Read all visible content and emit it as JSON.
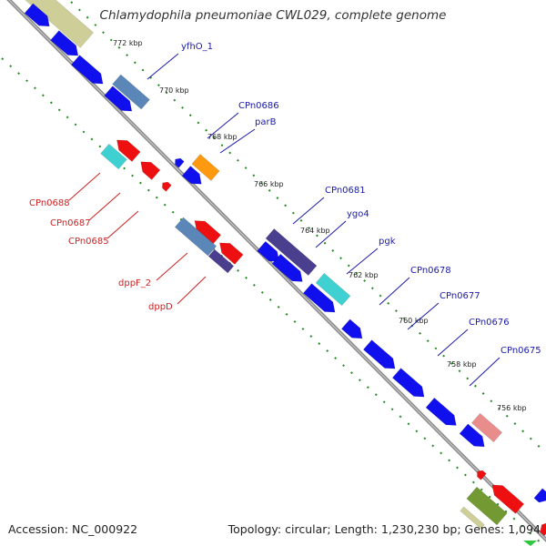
{
  "title": "Chlamydophila pneumoniae CWL029, complete genome",
  "footer": {
    "accession": "Accession: NC_000922",
    "topology": "Topology: circular; Length: 1,230,230 bp; Genes: 1,094"
  },
  "colors": {
    "forward": "#1010ee",
    "reverse": "#ee1010",
    "backbone": "#888888",
    "tick": "#228822",
    "label_forward": "#1a1aa8",
    "label_reverse": "#cc2222",
    "khaki": "#c9c98f",
    "steelblue": "#5a86b8",
    "orange": "#ff9a10",
    "slateblue": "#4a3f8f",
    "cyan": "#3fd1d1",
    "salmon": "#e88c8c",
    "olive": "#6b9428"
  },
  "kbp_ticks": [
    "772 kbp",
    "770 kbp",
    "768 kbp",
    "766 kbp",
    "764 kbp",
    "762 kbp",
    "760 kbp",
    "758 kbp",
    "756 kbp"
  ],
  "forward_genes": [
    {
      "name": "yfhO_1",
      "color": "steelblue"
    },
    {
      "name": "CPn0686",
      "color": "orange"
    },
    {
      "name": "parB",
      "color": "forward"
    },
    {
      "name": "CPn0681",
      "color": "slateblue"
    },
    {
      "name": "ygo4",
      "color": "forward"
    },
    {
      "name": "pgk",
      "color": "cyan"
    },
    {
      "name": "CPn0678",
      "color": "forward"
    },
    {
      "name": "CPn0677",
      "color": "forward"
    },
    {
      "name": "CPn0676",
      "color": "forward"
    },
    {
      "name": "CPn0675",
      "color": "salmon"
    }
  ],
  "reverse_genes": [
    {
      "name": "CPn0688",
      "color": "cyan"
    },
    {
      "name": "CPn0687",
      "color": "reverse"
    },
    {
      "name": "CPn0685",
      "color": "reverse"
    },
    {
      "name": "dppF_2",
      "color": "steelblue"
    },
    {
      "name": "dppD",
      "color": "slateblue"
    }
  ]
}
